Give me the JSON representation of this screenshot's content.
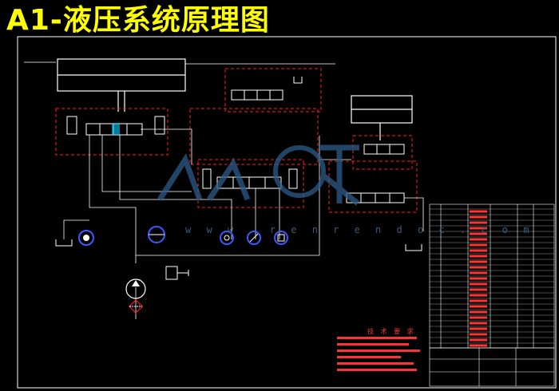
{
  "title": "A1-液压系统原理图",
  "watermark": {
    "url_text": "w w w . r e n r e n d o c . c o m"
  },
  "notes": {
    "heading": "技 术 要 求"
  },
  "colors": {
    "background": "#000000",
    "title": "#ffff00",
    "lines": "#ffffff",
    "dashed": "#ff2020",
    "hydraulic": "#00ffff",
    "accent_blue": "#3a5cff",
    "watermark": "#3d5a78"
  }
}
